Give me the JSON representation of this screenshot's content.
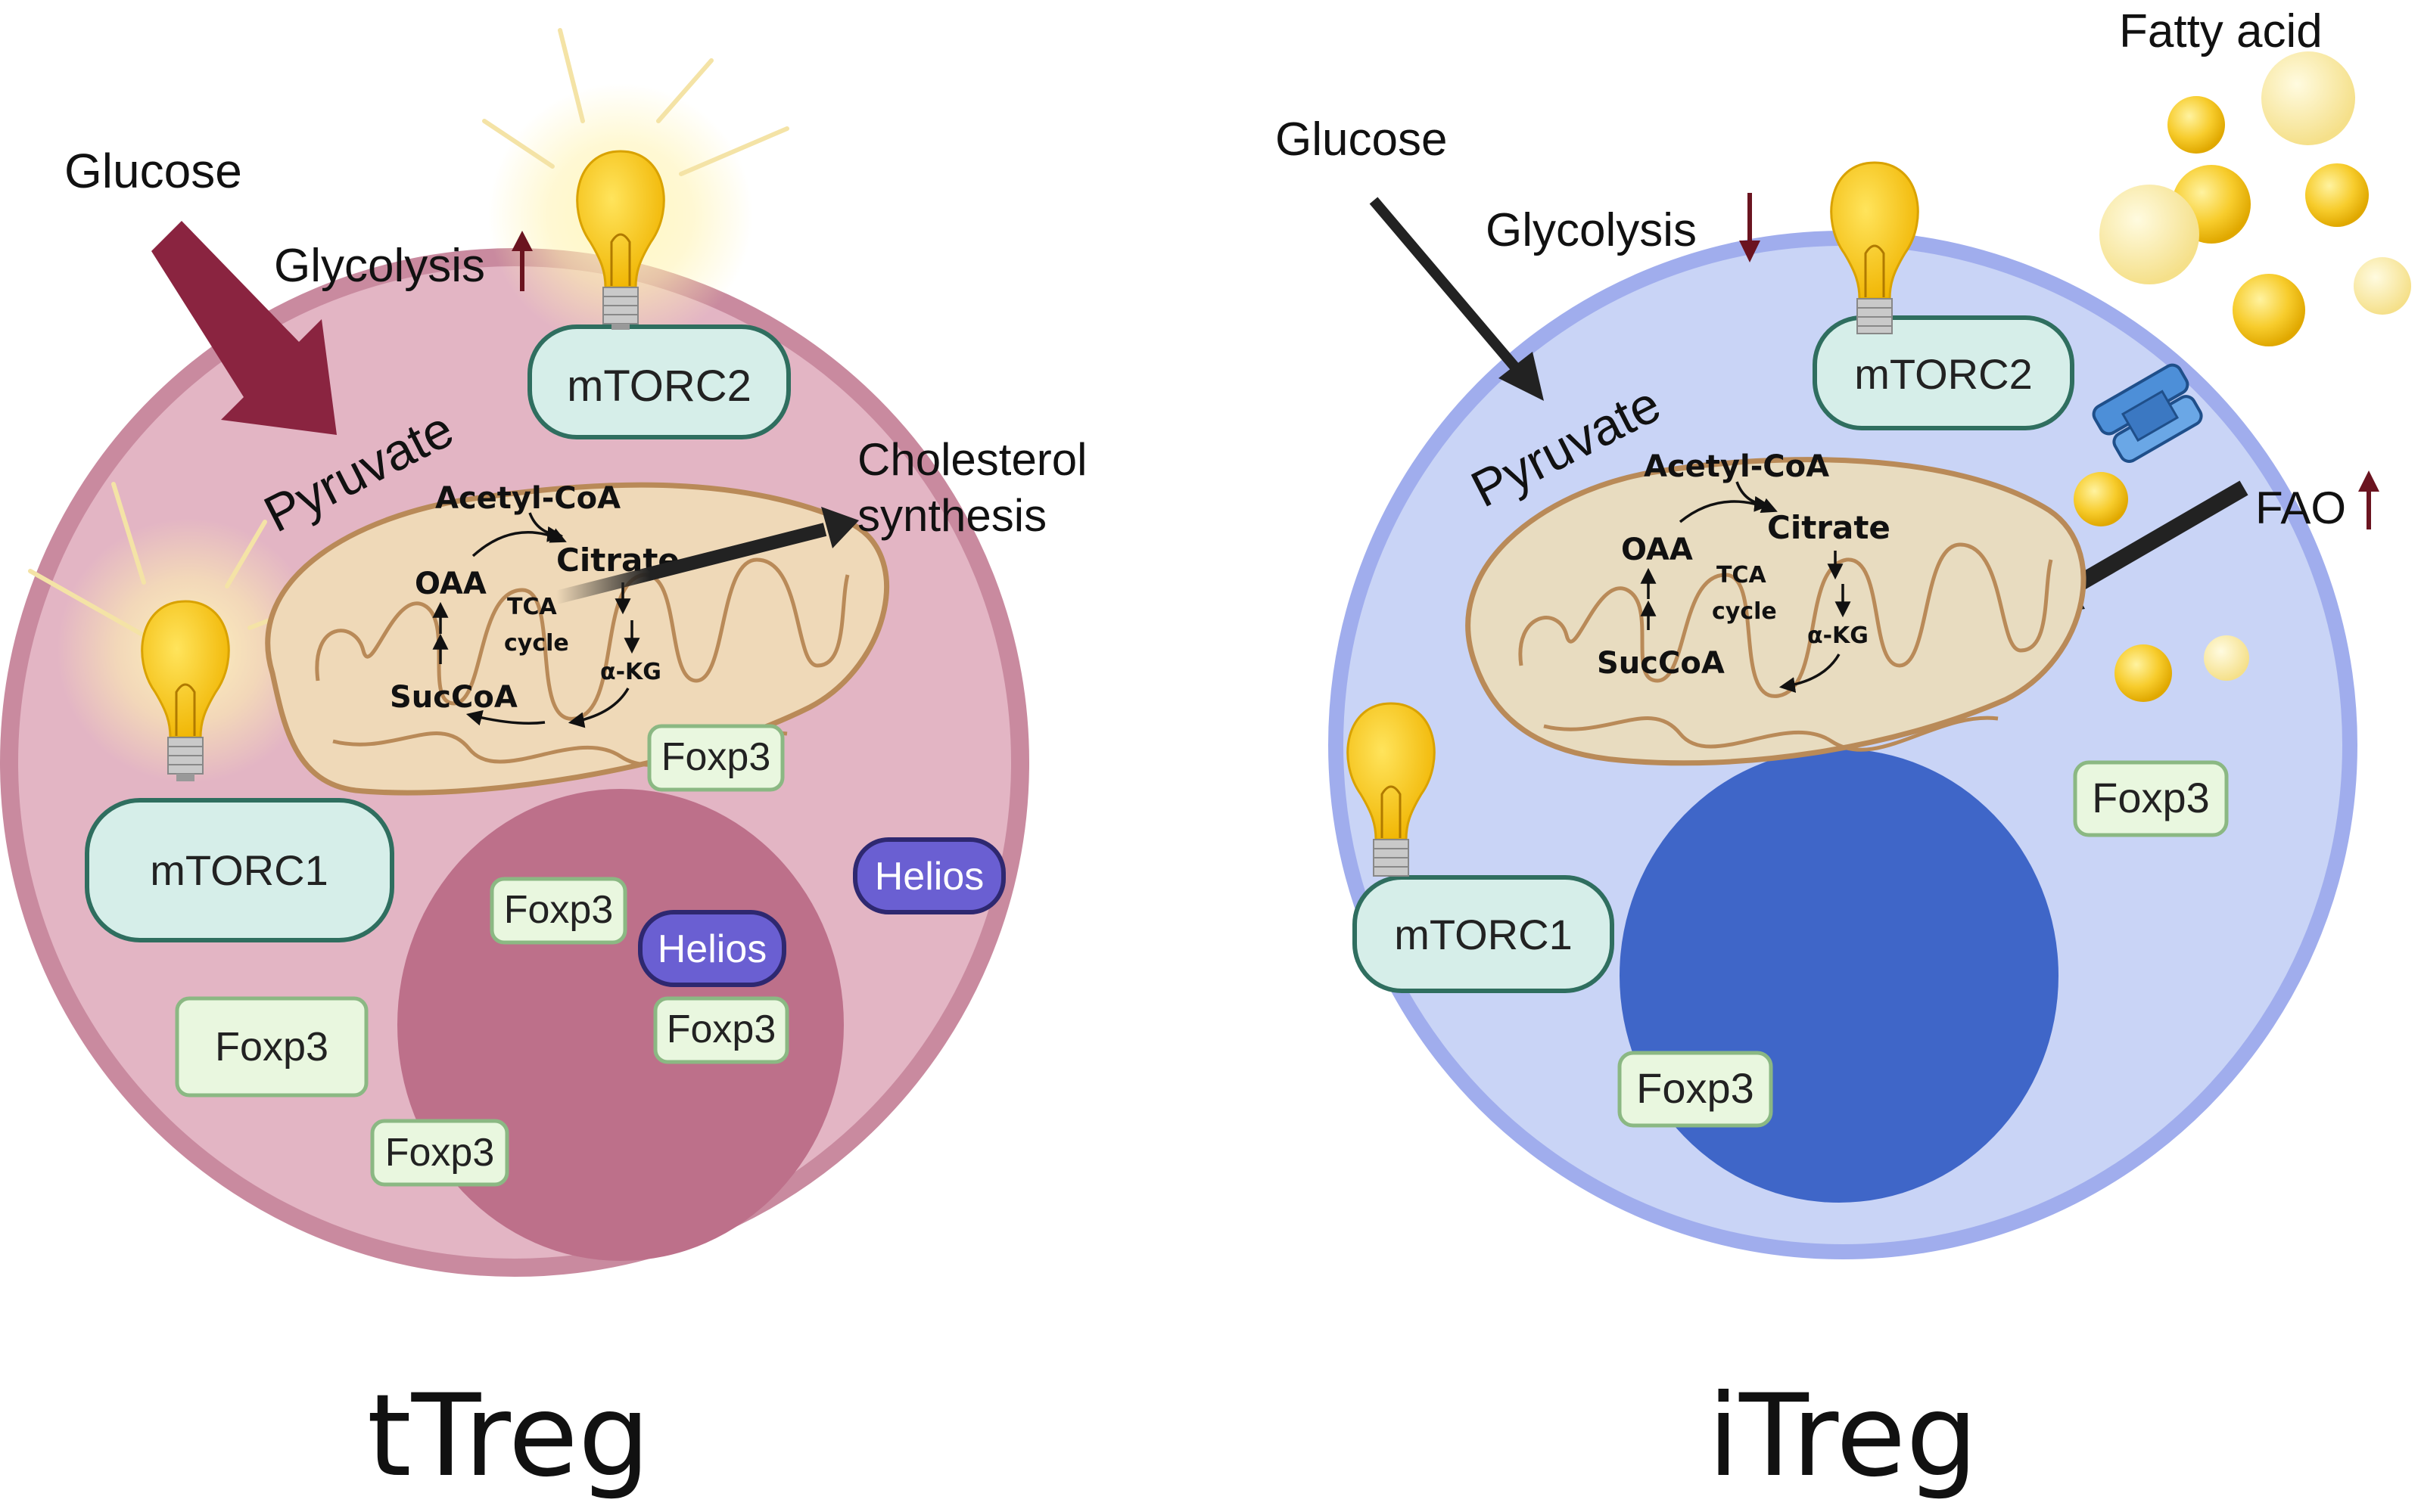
{
  "ttreg": {
    "title": "tTreg",
    "glucose": "Glucose",
    "glycolysis": "Glycolysis",
    "pyruvate": "Pyruvate",
    "cholesterol_line1": "Cholesterol",
    "cholesterol_line2": "synthesis",
    "mtorc1": "mTORC1",
    "mtorc2": "mTORC2",
    "tca": {
      "acetyl": "Acetyl-CoA",
      "citrate": "Citrate",
      "oaa": "OAA",
      "succoa": "SucCoA",
      "akg": "α-KG",
      "tca": "TCA",
      "cycle": "cycle"
    },
    "foxp3": "Foxp3",
    "helios": "Helios"
  },
  "itreg": {
    "title": "iTreg",
    "glucose": "Glucose",
    "glycolysis": "Glycolysis",
    "pyruvate": "Pyruvate",
    "fatty_acid": "Fatty acid",
    "fao": "FAO",
    "mtorc1": "mTORC1",
    "mtorc2": "mTORC2",
    "tca": {
      "acetyl": "Acetyl-CoA",
      "citrate": "Citrate",
      "oaa": "OAA",
      "succoa": "SucCoA",
      "akg": "α-KG",
      "tca": "TCA",
      "cycle": "cycle"
    },
    "foxp3": "Foxp3"
  },
  "colors": {
    "ttreg_cell": "#e3b5c4",
    "ttreg_membrane": "#c98a9f",
    "ttreg_nucleus": "#bd708a",
    "itreg_cell": "#c9d4f6",
    "itreg_membrane": "#a0aded",
    "itreg_nucleus": "#3f66c8",
    "mito_fill": "#efd9b8",
    "mito_stroke": "#b98a58",
    "mtor_fill": "#d6eee9",
    "mtor_stroke": "#2f6e5f",
    "foxp3_fill": "#e9f7df",
    "foxp3_stroke": "#8bb883",
    "helios_fill": "#6a5fd2",
    "helios_stroke": "#2e2870",
    "arrow_dark_red": "#8a2440",
    "up_down_arrow": "#6b1420",
    "fat_droplet": "#f5c518"
  }
}
